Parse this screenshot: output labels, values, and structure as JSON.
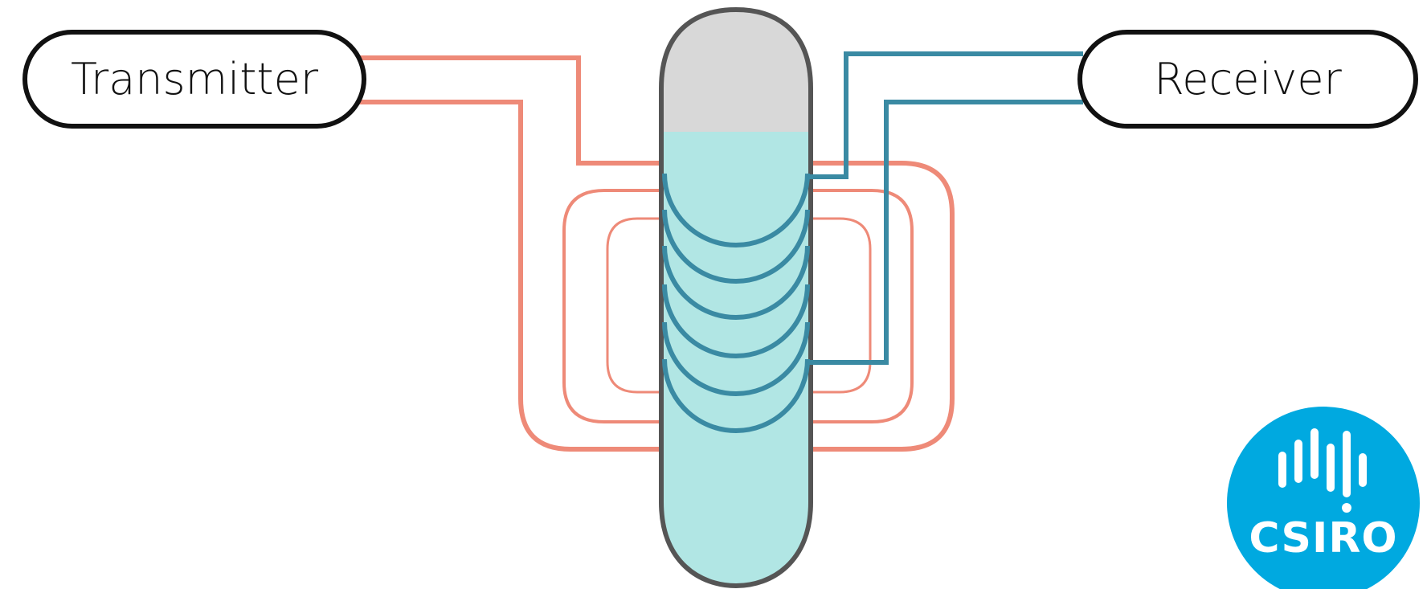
{
  "diagram": {
    "transmitter_label": "Transmitter",
    "receiver_label": "Receiver"
  },
  "logo": {
    "text": "CSIRO"
  },
  "colors": {
    "transmitter_wire": "#ee8a78",
    "receiver_wire": "#3a8aa3",
    "liquid": "#b1e6e4",
    "headspace": "#d8d8d8",
    "tube_outline": "#555555",
    "logo_bg": "#00a9e0"
  }
}
